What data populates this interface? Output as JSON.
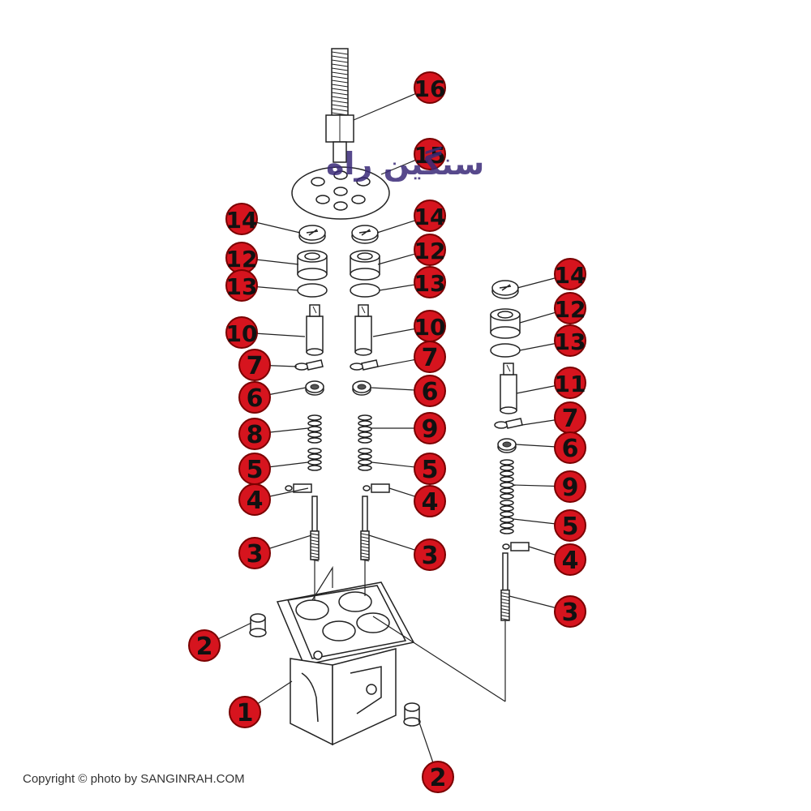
{
  "colors": {
    "callout_fill": "#d6141e",
    "callout_stroke": "#7a0000",
    "line": "#222222",
    "part_fill": "#ffffff"
  },
  "watermark": {
    "text": "سنگین راه"
  },
  "footer": {
    "copyright": "Copyright © photo by SANGINRAH.COM"
  },
  "callouts": [
    {
      "id": "c16",
      "label": "16"
    },
    {
      "id": "c15",
      "label": "15"
    },
    {
      "id": "c14a",
      "label": "14"
    },
    {
      "id": "c14b",
      "label": "14"
    },
    {
      "id": "c14c",
      "label": "14"
    },
    {
      "id": "c12a",
      "label": "12"
    },
    {
      "id": "c12b",
      "label": "12"
    },
    {
      "id": "c12c",
      "label": "12"
    },
    {
      "id": "c13a",
      "label": "13"
    },
    {
      "id": "c13b",
      "label": "13"
    },
    {
      "id": "c13c",
      "label": "13"
    },
    {
      "id": "c10a",
      "label": "10"
    },
    {
      "id": "c10b",
      "label": "10"
    },
    {
      "id": "c11",
      "label": "11"
    },
    {
      "id": "c7a",
      "label": "7"
    },
    {
      "id": "c7b",
      "label": "7"
    },
    {
      "id": "c7c",
      "label": "7"
    },
    {
      "id": "c6a",
      "label": "6"
    },
    {
      "id": "c6b",
      "label": "6"
    },
    {
      "id": "c6c",
      "label": "6"
    },
    {
      "id": "c8",
      "label": "8"
    },
    {
      "id": "c9a",
      "label": "9"
    },
    {
      "id": "c9b",
      "label": "9"
    },
    {
      "id": "c5a",
      "label": "5"
    },
    {
      "id": "c5b",
      "label": "5"
    },
    {
      "id": "c5c",
      "label": "5"
    },
    {
      "id": "c4a",
      "label": "4"
    },
    {
      "id": "c4b",
      "label": "4"
    },
    {
      "id": "c4c",
      "label": "4"
    },
    {
      "id": "c3a",
      "label": "3"
    },
    {
      "id": "c3b",
      "label": "3"
    },
    {
      "id": "c3c",
      "label": "3"
    },
    {
      "id": "c2a",
      "label": "2"
    },
    {
      "id": "c2b",
      "label": "2"
    },
    {
      "id": "c1",
      "label": "1"
    }
  ]
}
